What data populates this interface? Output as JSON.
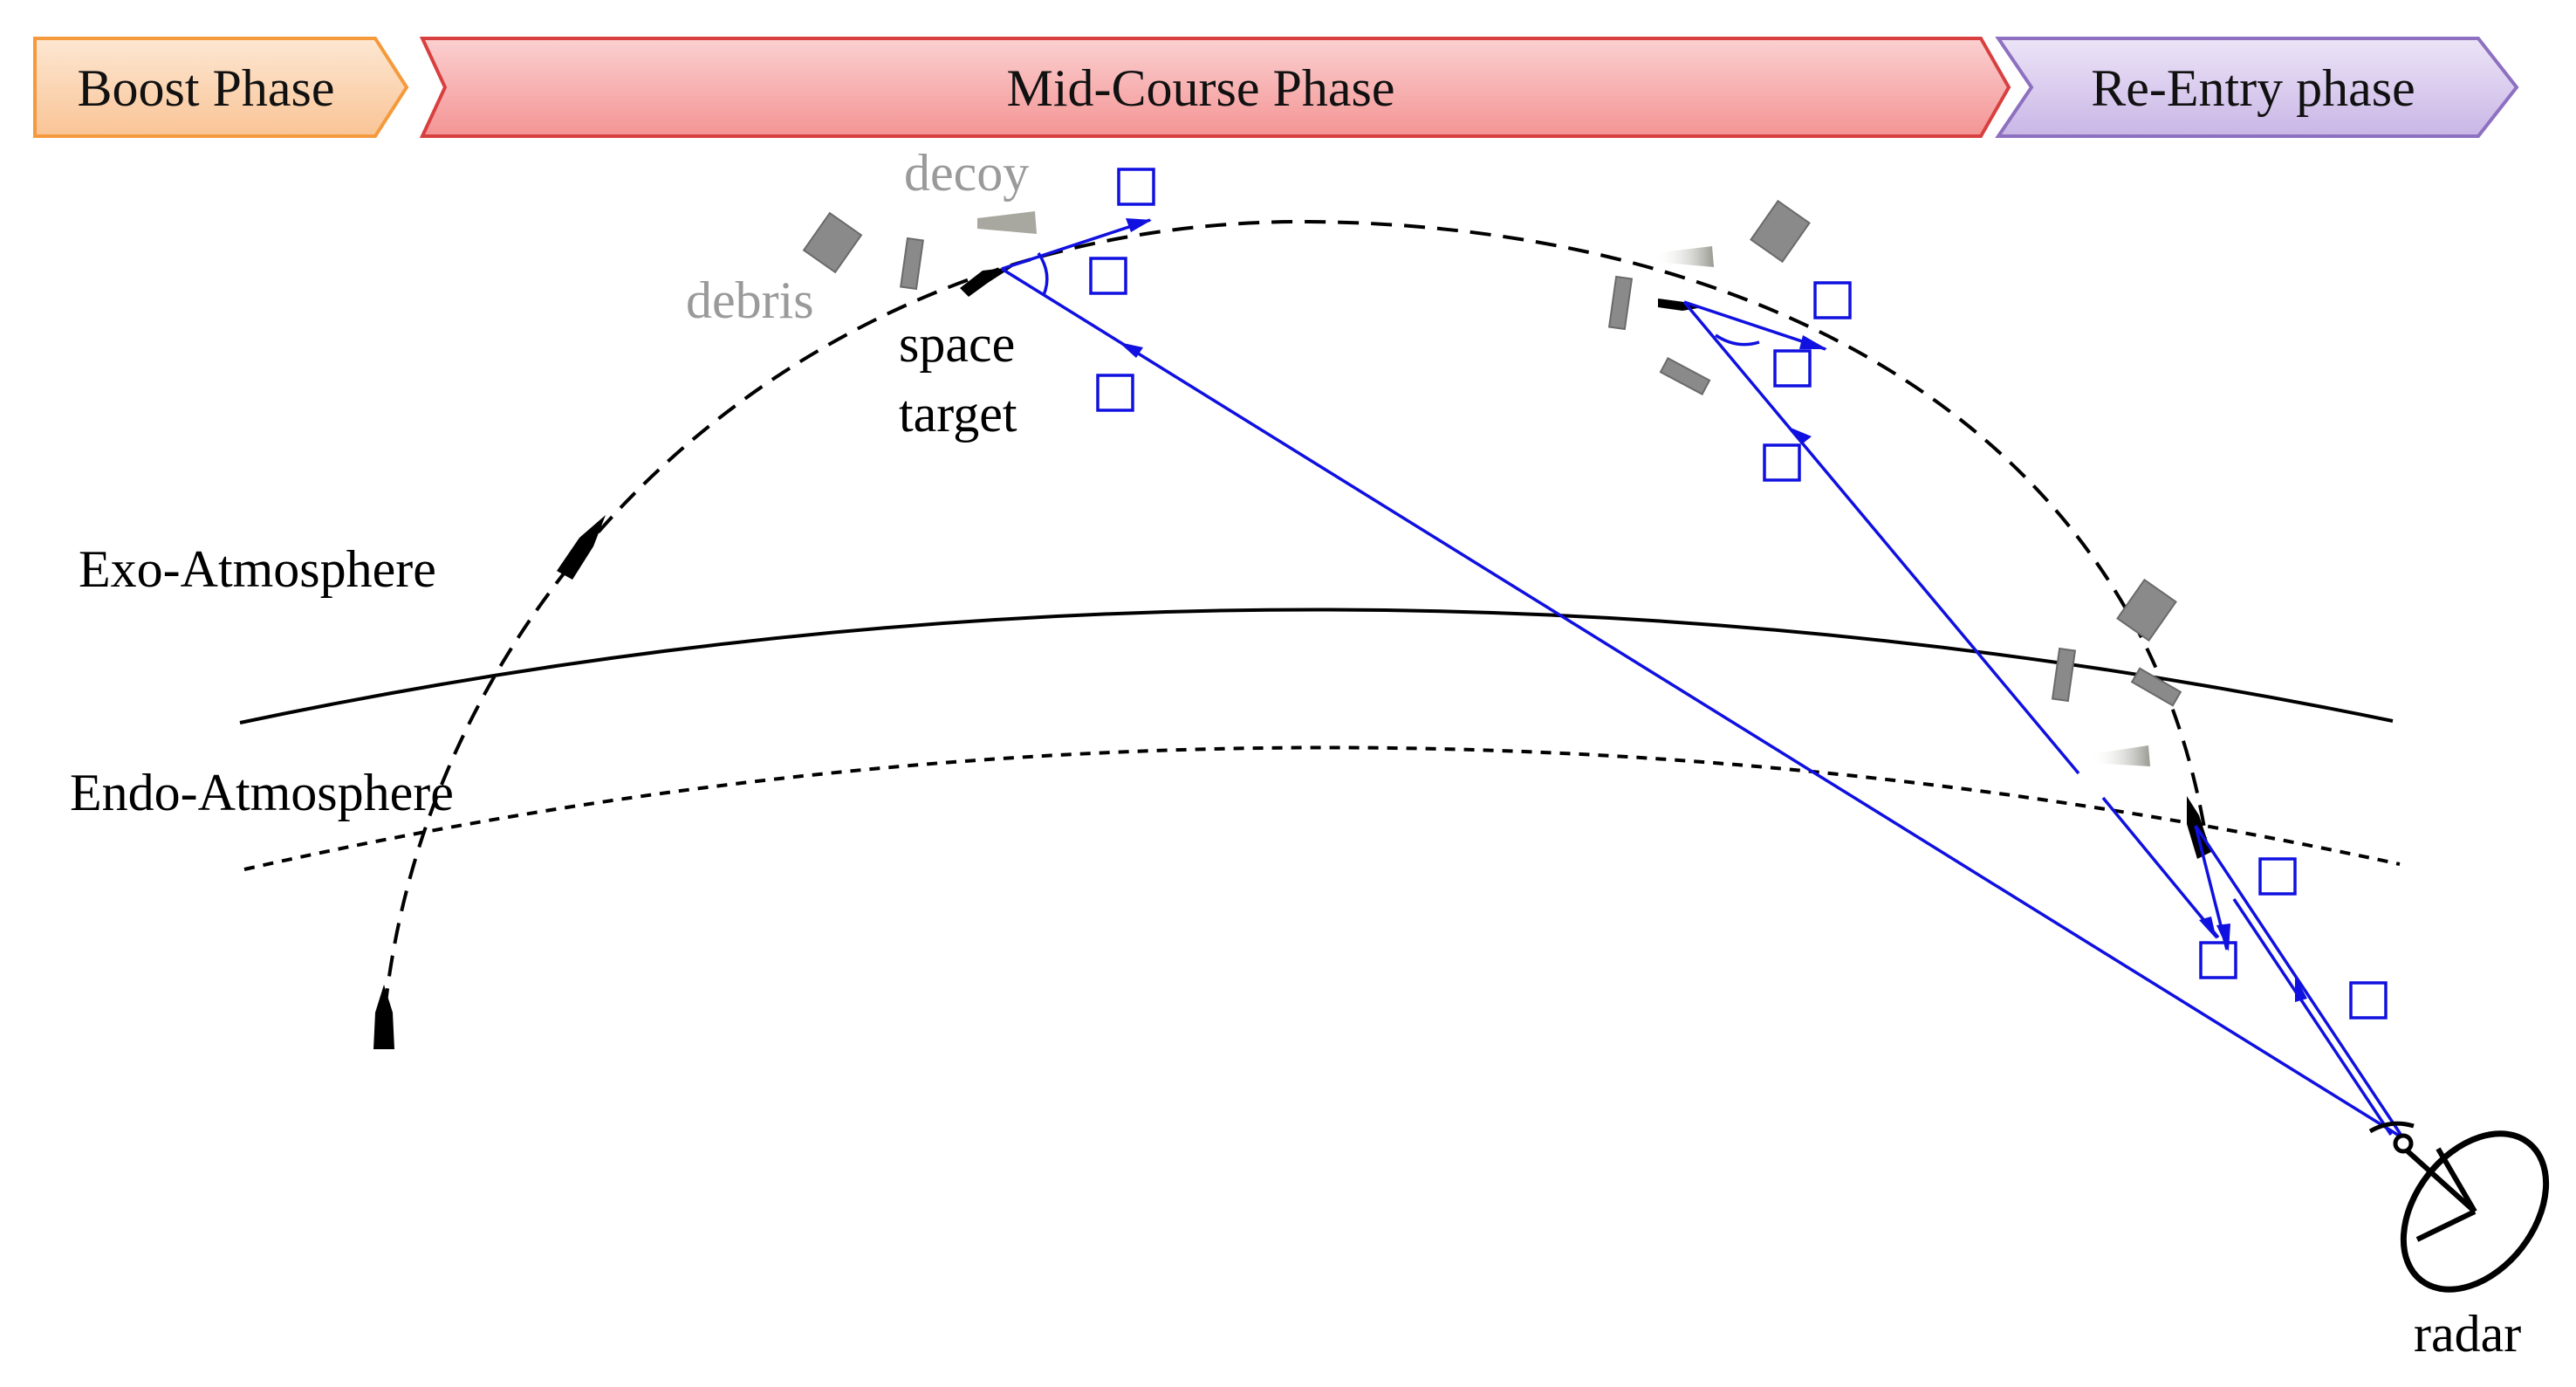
{
  "phases": {
    "boost": "Boost Phase",
    "midcourse": "Mid-Course Phase",
    "reentry": "Re-Entry phase"
  },
  "labels": {
    "decoy": "decoy",
    "debris": "debris",
    "space": "space",
    "target": "target",
    "exo": "Exo-Atmosphere",
    "endo": "Endo-Atmosphere",
    "radar": "radar"
  },
  "colors": {
    "boost_fill": "#fcd5b0",
    "boost_stroke": "#f59a3c",
    "mid_fill": "#f8b0b0",
    "mid_stroke": "#d84040",
    "reentry_fill": "#d6c8ec",
    "reentry_stroke": "#8e70c0",
    "radar_beam": "#1010e0"
  }
}
